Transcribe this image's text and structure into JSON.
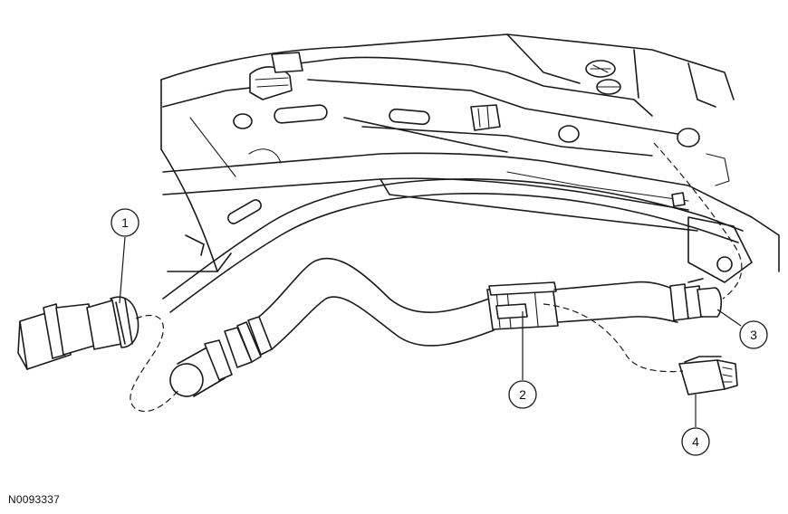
{
  "figure": {
    "id": "N0093337"
  },
  "callouts": [
    {
      "label": "1"
    },
    {
      "label": "2"
    },
    {
      "label": "3"
    },
    {
      "label": "4"
    }
  ]
}
